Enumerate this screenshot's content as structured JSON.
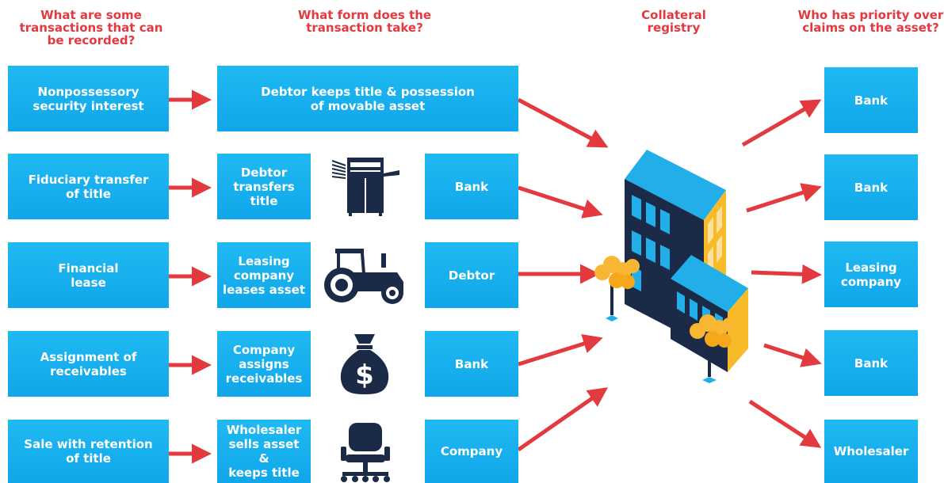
{
  "headers": {
    "transactions": "What are some\ntransactions that can\nbe recorded?",
    "form": "What form does the\ntransaction take?",
    "registry": "Collateral\nregistry",
    "priority": "Who has priority over\nclaims on the asset?"
  },
  "transactions": [
    "Nonpossessory\nsecurity interest",
    "Fiduciary transfer\nof title",
    "Financial\nlease",
    "Assignment of\nreceivables",
    "Sale with retention\nof title"
  ],
  "forms": {
    "wide": "Debtor keeps title & possession\nof movable asset",
    "rows": [
      "Debtor\ntransfers\ntitle",
      "Leasing\ncompany\nleases asset",
      "Company\nassigns\nreceivables",
      "Wholesaler\nsells asset &\nkeeps title"
    ]
  },
  "holders": [
    "Bank",
    "Debtor",
    "Bank",
    "Company"
  ],
  "priority": [
    "Bank",
    "Bank",
    "Leasing\ncompany",
    "Bank",
    "Wholesaler"
  ],
  "icons": [
    "copier-icon",
    "tractor-icon",
    "money-bag-icon",
    "office-chair-icon",
    "building-icon"
  ],
  "colors": {
    "box": "#13abec",
    "heading": "#e23a3e",
    "arrow": "#e23a3e",
    "icon": "#1b2a47",
    "building_side": "#f7bb2a",
    "building_roof": "#21aee9",
    "tree": "#f8b733"
  }
}
